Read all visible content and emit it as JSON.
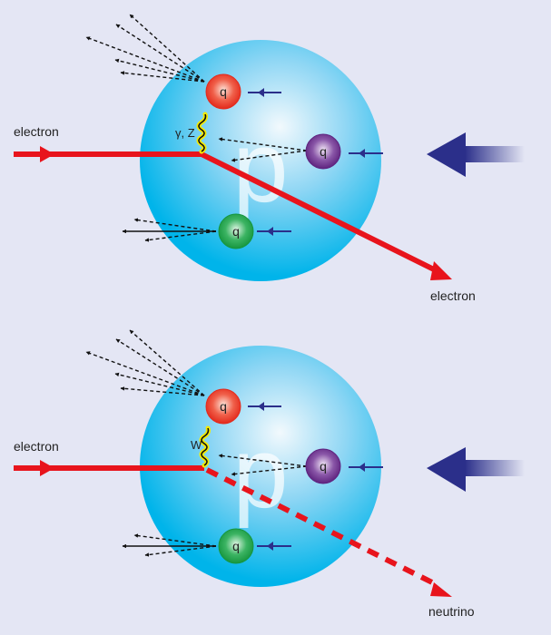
{
  "colors": {
    "background": "#e4e6f4",
    "proton_outer": "#00b4ea",
    "proton_inner": "#e8f6fd",
    "electron_line": "#e8141c",
    "boson_wave": "#111111",
    "boson_glow": "#f4ea00",
    "quark_red": "#e83a2a",
    "quark_purple": "#6a2b8c",
    "quark_green": "#1da04a",
    "quark_arrow": "#2b2f8a",
    "beam_arrow": "#2b2f8a",
    "fragment_arrow": "#111111"
  },
  "panels": [
    {
      "id": "neutral-current",
      "incoming_label": "electron",
      "outgoing_label": "electron",
      "outgoing_style": "solid",
      "boson_label": "γ, Z",
      "proton_label": "p",
      "quarks": [
        {
          "label": "q",
          "color": "red"
        },
        {
          "label": "q",
          "color": "purple"
        },
        {
          "label": "q",
          "color": "green"
        }
      ]
    },
    {
      "id": "charged-current",
      "incoming_label": "electron",
      "outgoing_label": "neutrino",
      "outgoing_style": "dashed",
      "boson_label": "W",
      "proton_label": "p",
      "quarks": [
        {
          "label": "q",
          "color": "red"
        },
        {
          "label": "q",
          "color": "purple"
        },
        {
          "label": "q",
          "color": "green"
        }
      ]
    }
  ]
}
